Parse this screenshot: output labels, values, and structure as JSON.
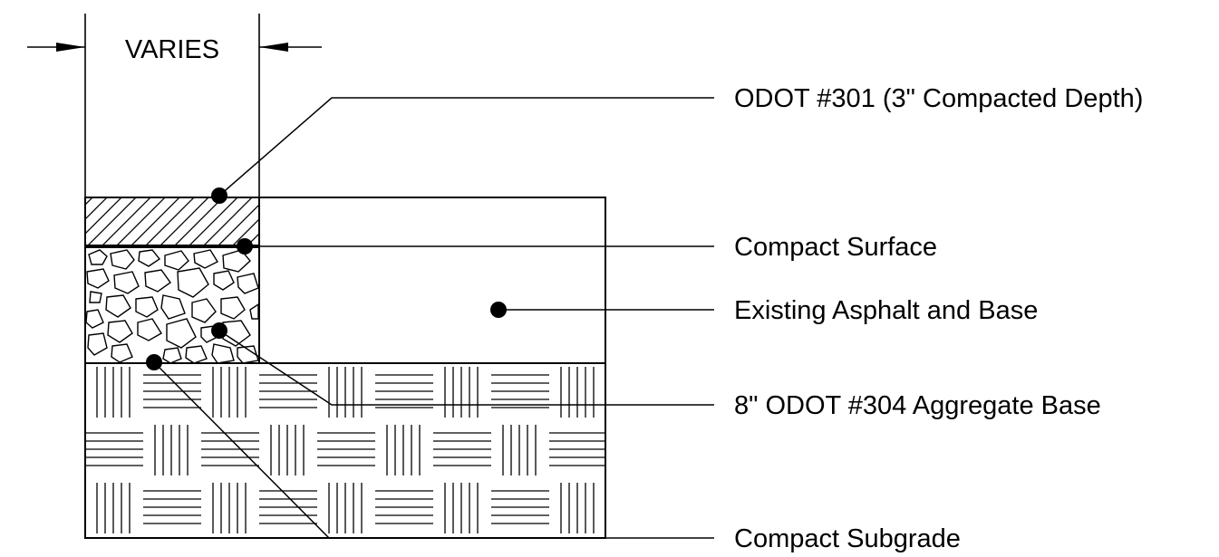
{
  "dimension": {
    "label": "VARIES"
  },
  "callouts": {
    "odot_301": "ODOT #301 (3\" Compacted Depth)",
    "compact_surface": "Compact Surface",
    "existing_asphalt": "Existing Asphalt and Base",
    "aggregate_base": "8\" ODOT #304 Aggregate Base",
    "compact_subgrade": "Compact Subgrade"
  },
  "colors": {
    "line": "#000000",
    "background": "#ffffff"
  }
}
